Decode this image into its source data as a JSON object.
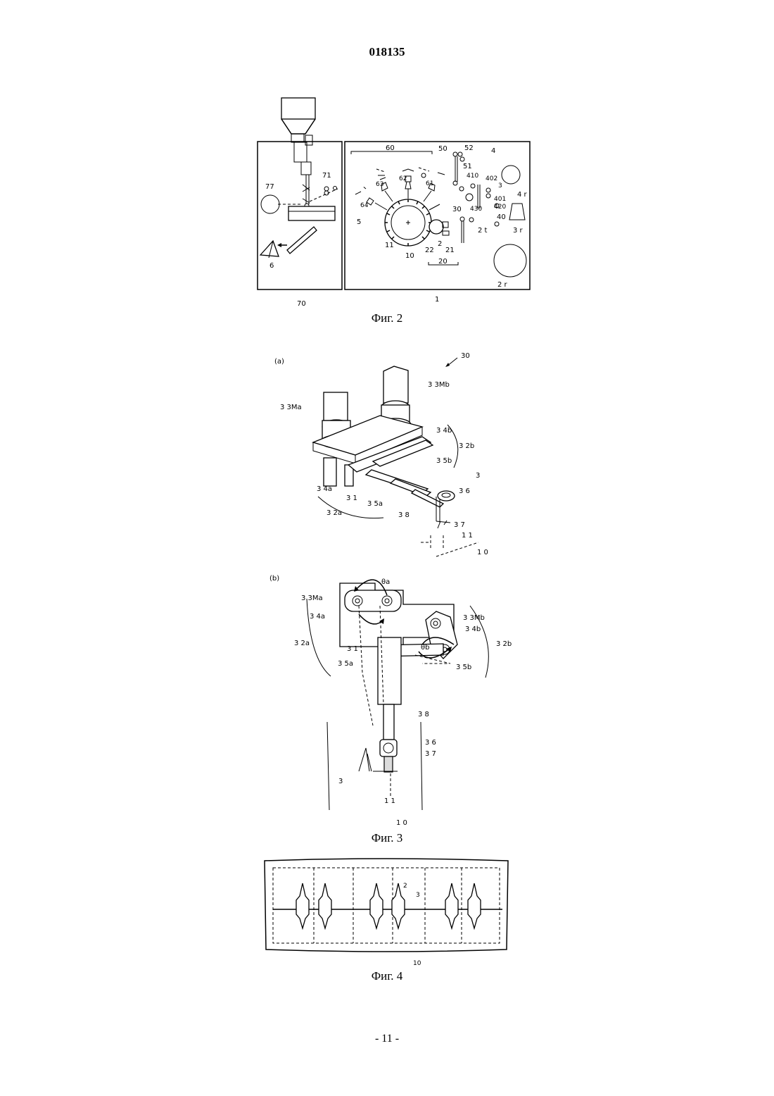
{
  "header": {
    "patent_number": "018135"
  },
  "footer": {
    "page_number": "- 11 -"
  },
  "figures": {
    "fig2": {
      "caption": "Фиг. 2",
      "labels": {
        "l70": "70",
        "l1": "1",
        "l77": "77",
        "l71": "71",
        "l6": "6",
        "l60": "60",
        "l50": "50",
        "l52": "52",
        "l51": "51",
        "l4": "4",
        "l62": "62",
        "l63": "63",
        "l61": "61",
        "l64": "64",
        "l5": "5",
        "l30": "30",
        "l11": "11",
        "l10": "10",
        "l22": "22",
        "l2": "2",
        "l21": "21",
        "l20": "20",
        "l410": "410",
        "l402": "402",
        "l3": "3",
        "l401": "401",
        "l420": "420",
        "l430": "430",
        "l40": "40",
        "l2t": "2 t",
        "l4r": "4 r",
        "l3r": "3 r",
        "l2r": "2 r"
      }
    },
    "fig3": {
      "caption": "Фиг. 3",
      "labels": {
        "a": "(a)",
        "b": "(b)",
        "l30": "30",
        "l33Ma": "3 3Ma",
        "l33Mb": "3 3Mb",
        "l34b": "3 4b",
        "l32b": "3 2b",
        "l35b": "3 5b",
        "l3": "3",
        "l36": "3 6",
        "l34a": "3 4a",
        "l31": "3 1",
        "l35a": "3 5a",
        "l32a": "3 2a",
        "l38": "3 8",
        "l37": "3 7",
        "l11": "1 1",
        "l10": "1 0",
        "thetaA": "θa",
        "thetaB": "θb"
      }
    },
    "fig4": {
      "caption": "Фиг. 4",
      "labels": {
        "l2": "2",
        "l3": "3",
        "l10": "10"
      }
    }
  }
}
